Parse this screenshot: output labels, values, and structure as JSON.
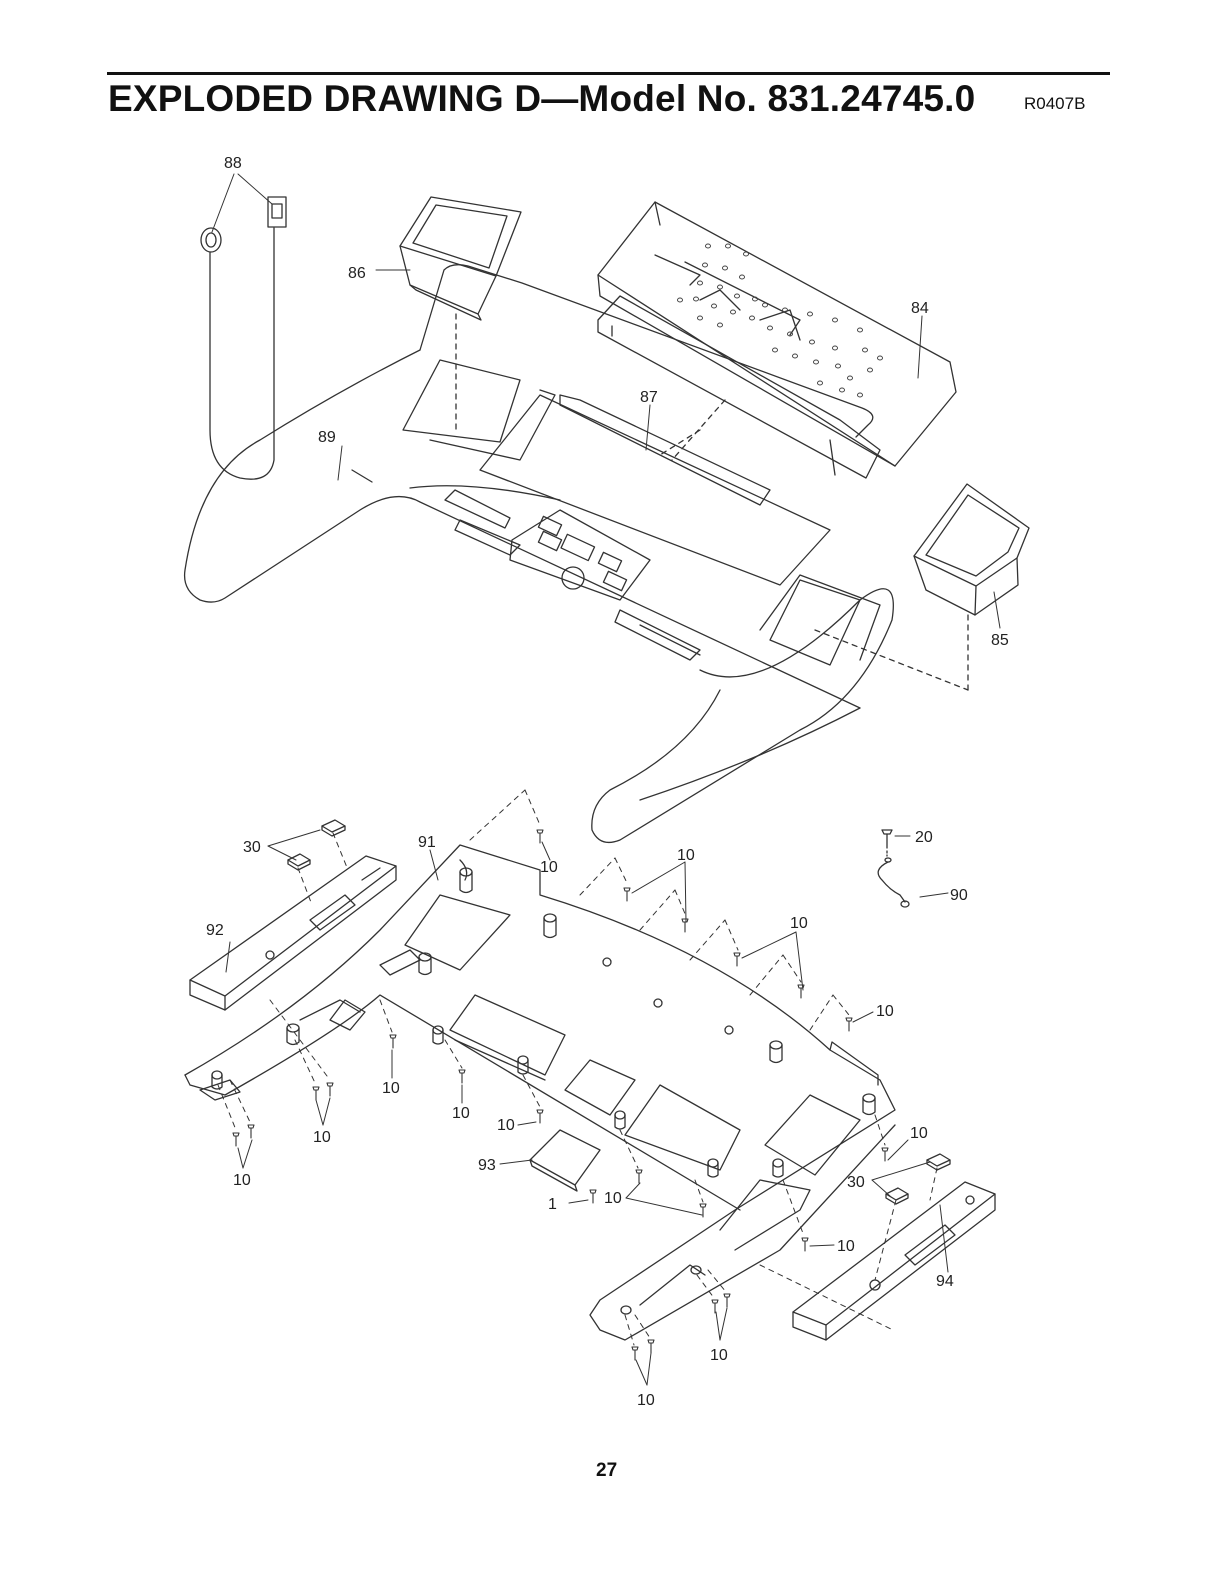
{
  "header": {
    "title": "EXPLODED DRAWING D—Model No. 831.24745.0",
    "code": "R0407B"
  },
  "footer": {
    "page_number": "27"
  },
  "callouts": {
    "c88": "88",
    "c86": "86",
    "c84": "84",
    "c87": "87",
    "c89": "89",
    "c85": "85",
    "c30a": "30",
    "c91": "91",
    "c10a": "10",
    "c10b": "10",
    "c20": "20",
    "c90": "90",
    "c92": "92",
    "c10c": "10",
    "c10d": "10",
    "c10e": "10",
    "c10f": "10",
    "c10g": "10",
    "c10h": "10",
    "c10i": "10",
    "c10j": "10",
    "c93": "93",
    "c1": "1",
    "c10k": "10",
    "c30b": "30",
    "c10l": "10",
    "c94": "94",
    "c10m": "10",
    "c10n": "10"
  }
}
